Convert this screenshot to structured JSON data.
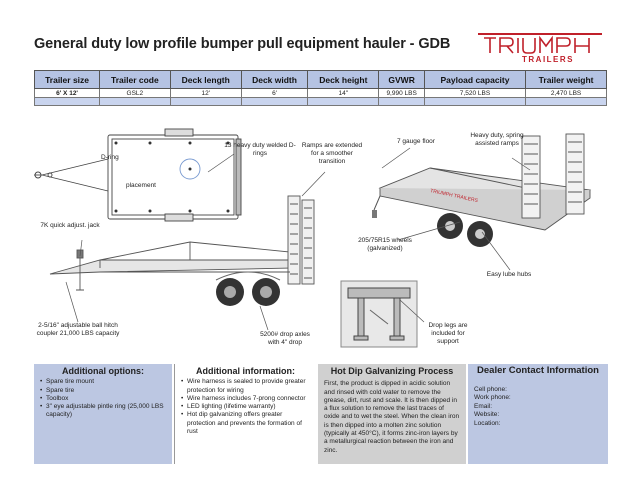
{
  "title": "General duty low profile bumper pull equipment hauler - GDB",
  "logo": {
    "word": "TRIUMPH",
    "sub": "TRAILERS",
    "color": "#c0202a"
  },
  "spec_table": {
    "headers": [
      "Trailer size",
      "Trailer code",
      "Deck length",
      "Deck width",
      "Deck height",
      "GVWR",
      "Payload capacity",
      "Trailer weight"
    ],
    "row": [
      "6' X 12'",
      "GSL2",
      "12'",
      "6'",
      "14\"",
      "9,990 LBS",
      "7,520 LBS",
      "2,470 LBS"
    ]
  },
  "top_view": {
    "labels": {
      "d_ring": "D-ring",
      "placement": "placement"
    }
  },
  "callouts": {
    "d_rings": "13 heavy duty welded D-rings",
    "ramps_extended": "Ramps are extended for a smoother transition",
    "gauge_floor": "7 gauge floor",
    "spring_ramps": "Heavy duty, spring assisted ramps",
    "quick_jack": "7K quick adjust. jack",
    "wheels": "205/75R15 wheels (galvanized)",
    "lube_hubs": "Easy lube hubs",
    "coupler": "2-5/16\" adjustable ball hitch coupler 21,000 LBS capacity",
    "axles": "5200# drop axles with 4\" drop",
    "drop_legs": "Drop legs are included for support"
  },
  "additional_options": {
    "heading": "Additional options:",
    "items": [
      "Spare tire mount",
      "Spare tire",
      "Toolbox",
      "3\" eye adjustable pintle ring (25,000 LBS capacity)"
    ]
  },
  "additional_info": {
    "heading": "Additional information:",
    "items": [
      "Wire harness is sealed to provide greater protection for wiring",
      "Wire harness includes 7-prong connector",
      "LED lighting (lifetime warranty)",
      "Hot dip galvanizing offers greater protection and prevents the formation of rust"
    ]
  },
  "galvanizing": {
    "heading": "Hot Dip Galvanizing Process",
    "body": "First, the product is dipped in acidic solution and rinsed with cold water to remove the grease, dirt, rust and scale. It is then dipped in a flux solution to remove the last traces of oxide and to wet the steel. When the clean iron is then dipped into a molten zinc solution (typically at 450°C), it forms zinc-iron layers by a metallurgical reaction between the iron and zinc."
  },
  "dealer": {
    "heading": "Dealer Contact Information",
    "fields": [
      "Cell phone:",
      "Work phone:",
      "Email:",
      "Website:",
      "Location:"
    ]
  }
}
